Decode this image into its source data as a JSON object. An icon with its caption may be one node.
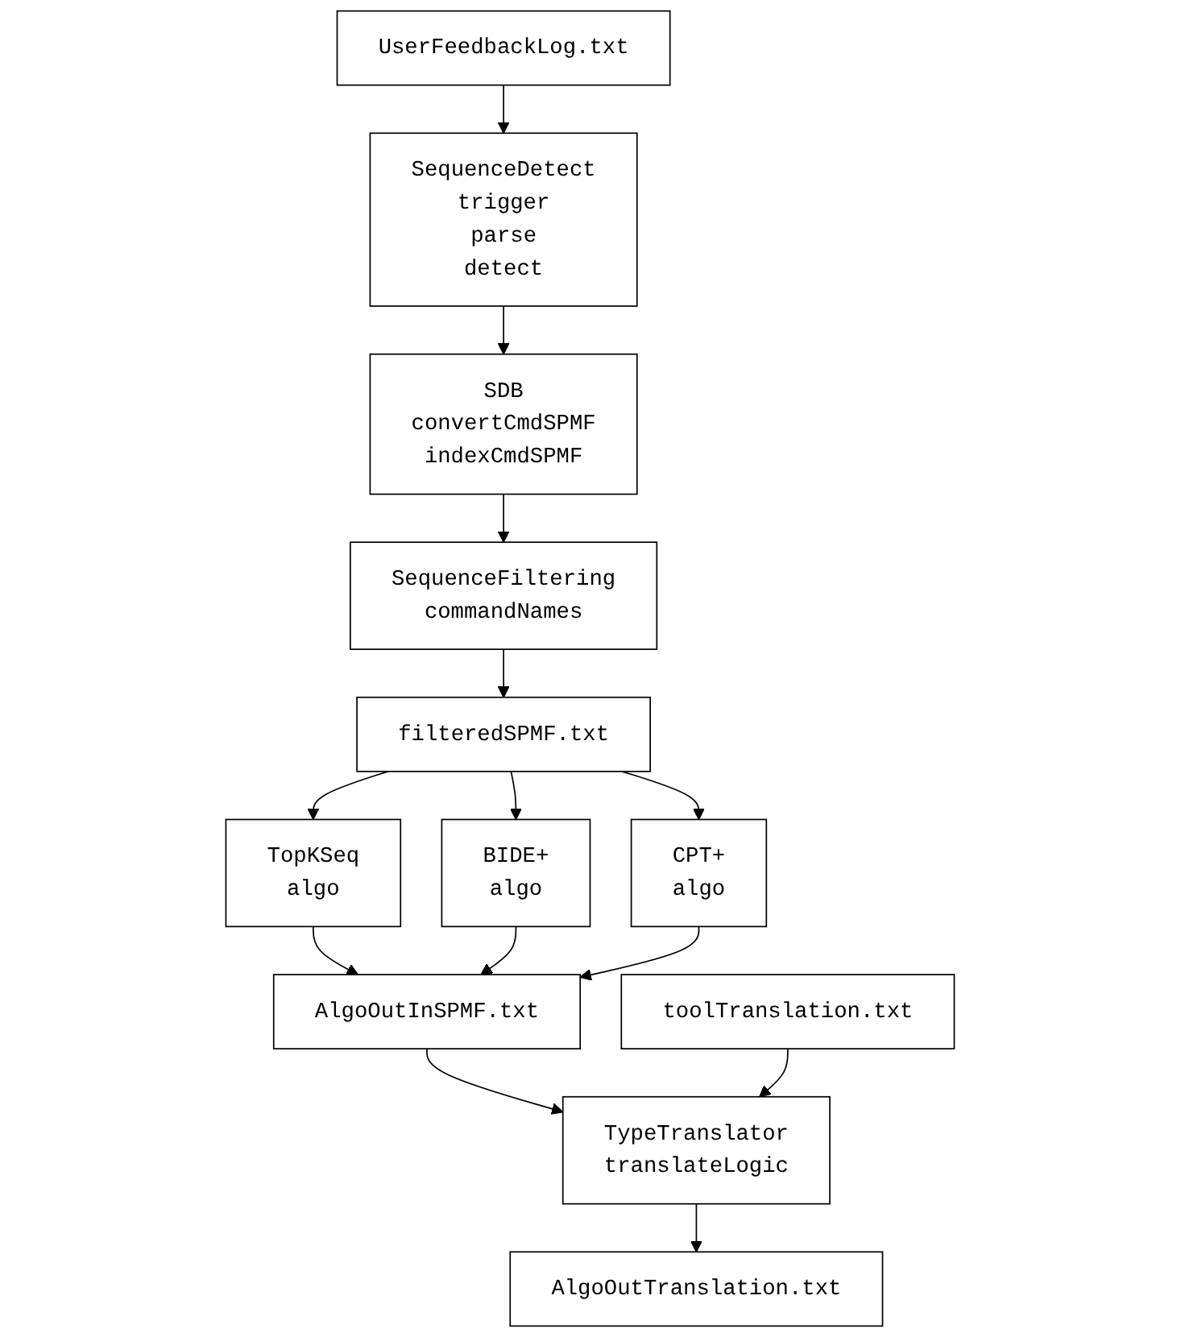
{
  "diagram": {
    "nodes": [
      {
        "text": [
          "UserFeedbackLog.txt"
        ]
      },
      {
        "text": [
          "SequenceDetect",
          "trigger",
          "parse",
          "detect"
        ]
      },
      {
        "text": [
          "SDB",
          "convertCmdSPMF",
          "indexCmdSPMF"
        ]
      },
      {
        "text": [
          "SequenceFiltering",
          "commandNames"
        ]
      },
      {
        "text": [
          "filteredSPMF.txt"
        ]
      },
      {
        "text": [
          "TopKSeq",
          "algo"
        ]
      },
      {
        "text": [
          "BIDE+",
          "algo"
        ]
      },
      {
        "text": [
          "CPT+",
          "algo"
        ]
      },
      {
        "text": [
          "AlgoOutInSPMF.txt"
        ]
      },
      {
        "text": [
          "TypeTranslator",
          "translateLogic"
        ]
      },
      {
        "text": [
          "toolTranslation.txt"
        ]
      },
      {
        "text": [
          "AlgoOutTranslation.txt"
        ]
      }
    ],
    "edges": [
      {
        "from": 0,
        "to": 1,
        "arrow": "to"
      },
      {
        "from": 1,
        "to": 2,
        "arrow": "to"
      },
      {
        "from": 2,
        "to": 3,
        "arrow": "to"
      },
      {
        "from": 3,
        "to": 4,
        "arrow": "to"
      },
      {
        "from": 4,
        "to": 5,
        "arrow": "to"
      },
      {
        "from": 4,
        "to": 6,
        "arrow": "to"
      },
      {
        "from": 4,
        "to": 7,
        "arrow": "to"
      },
      {
        "from": 5,
        "to": 8,
        "arrow": "to"
      },
      {
        "from": 6,
        "to": 8,
        "arrow": "to"
      },
      {
        "from": 7,
        "to": 8,
        "arrow": "to"
      },
      {
        "from": 8,
        "to": 9,
        "arrow": "to"
      },
      {
        "from": 10,
        "to": 9,
        "arrow": "to"
      },
      {
        "from": 9,
        "to": 11,
        "arrow": "to"
      }
    ]
  }
}
